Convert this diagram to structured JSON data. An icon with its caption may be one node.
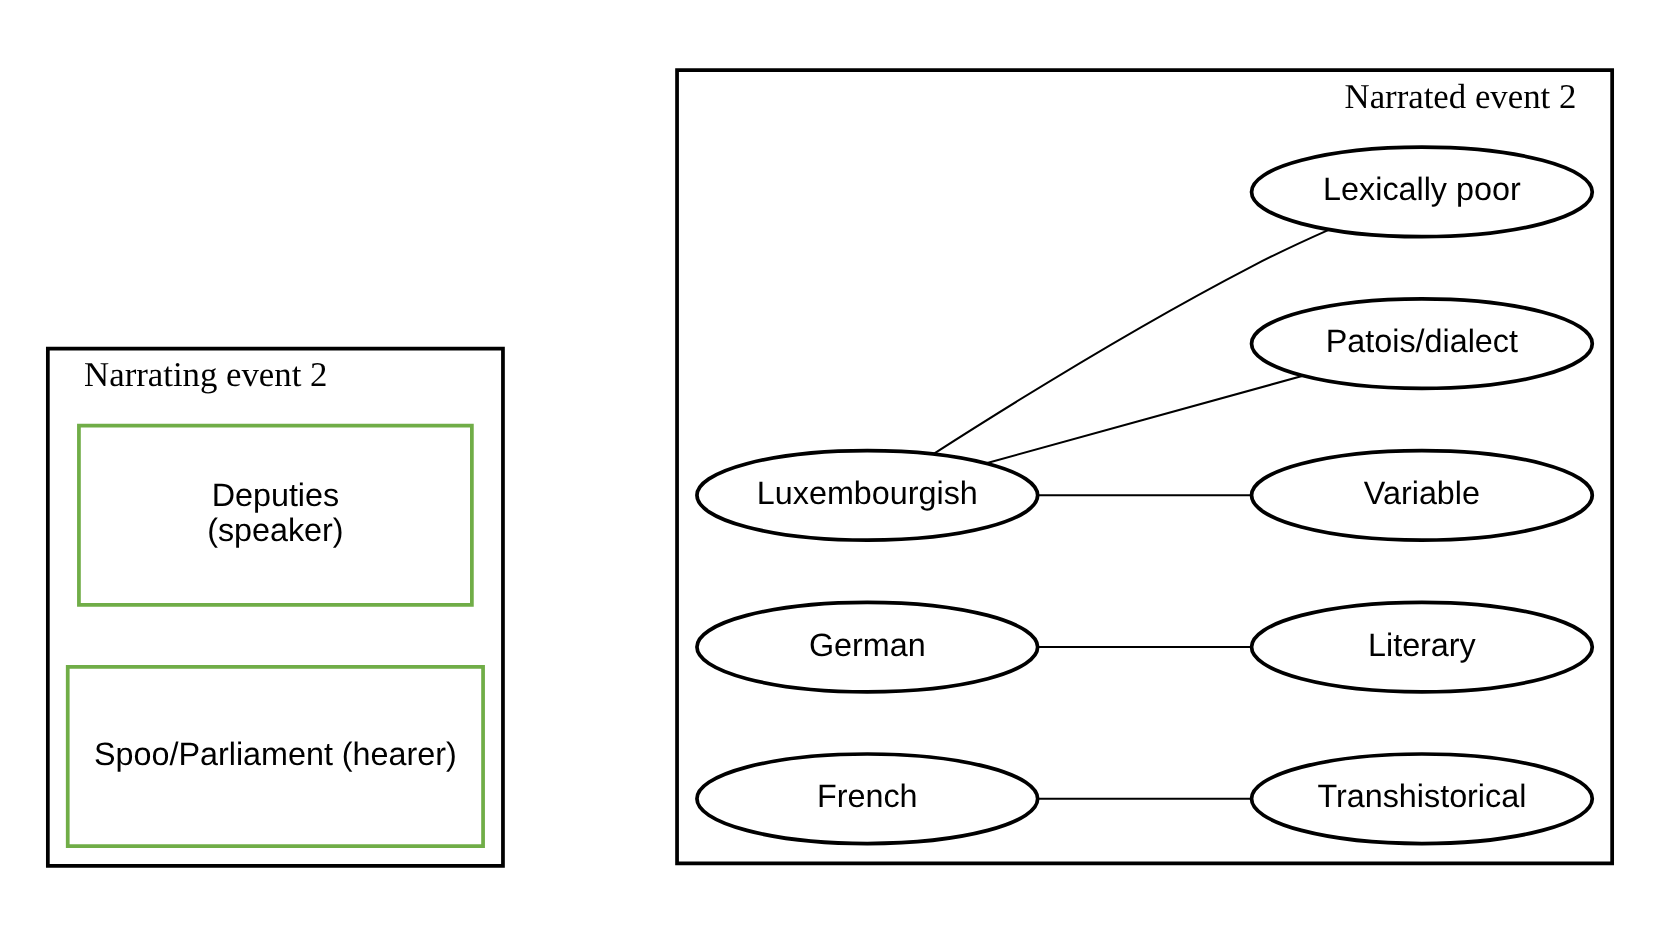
{
  "diagram": {
    "nodes": [
      {
        "text": [
          "Narrating event 2"
        ]
      },
      {
        "text": [
          "Deputies",
          "(speaker)"
        ],
        "in": 0
      },
      {
        "text": [
          "Spoo/Parliament (hearer)"
        ],
        "in": 0
      },
      {
        "text": [
          "Narrated event 2"
        ]
      },
      {
        "text": [
          "Luxembourgish"
        ],
        "in": 3
      },
      {
        "text": [
          "Patois/dialect"
        ],
        "in": 3
      },
      {
        "text": [
          "Lexically poor"
        ],
        "in": 3
      },
      {
        "text": [
          "Variable"
        ],
        "in": 3
      },
      {
        "text": [
          "German"
        ],
        "in": 3
      },
      {
        "text": [
          "Literary"
        ],
        "in": 3
      },
      {
        "text": [
          "French"
        ],
        "in": 3
      },
      {
        "text": [
          "Transhistorical"
        ],
        "in": 3
      }
    ],
    "edges": [
      {
        "from": 4,
        "to": 5,
        "arrow": "none"
      },
      {
        "from": 4,
        "to": 6,
        "arrow": "none"
      },
      {
        "from": 4,
        "to": 7,
        "arrow": "none"
      },
      {
        "from": 8,
        "to": 9,
        "arrow": "none"
      },
      {
        "from": 10,
        "to": 11,
        "arrow": "none"
      }
    ]
  }
}
